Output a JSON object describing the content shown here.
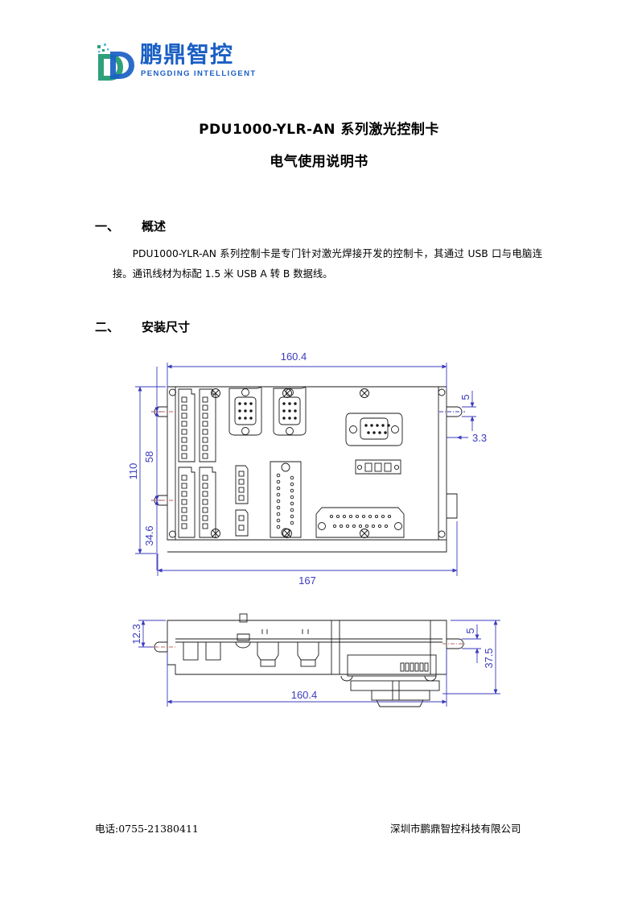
{
  "logo": {
    "mark_name": "pengding-d-logo",
    "cn_text": "鹏鼎智控",
    "en_text": "PENGDING INTELLIGENT",
    "brand_blue": "#1a5fc4",
    "brand_teal": "#2fa07a"
  },
  "title": {
    "main": "PDU1000-YLR-AN 系列激光控制卡",
    "sub": "电气使用说明书"
  },
  "sections": [
    {
      "number": "一、",
      "heading": "概述",
      "body": "PDU1000-YLR-AN 系列控制卡是专门针对激光焊接开发的控制卡，其通过 USB 口与电脑连接。通讯线材为标配 1.5 米 USB A 转 B 数据线。"
    },
    {
      "number": "二、",
      "heading": "安装尺寸",
      "body": ""
    }
  ],
  "drawing": {
    "name": "installation-dimension-drawing",
    "dimension_color": "#3b3bbf",
    "outline_color": "#1a1a1a",
    "top_view": {
      "label": "top-view",
      "dimensions": {
        "width_inner": "160.4",
        "width_outer": "167",
        "height_overall": "110",
        "hole_spacing": "58",
        "hole_offset_bottom": "34.6",
        "tab_height": "5",
        "tab_offset": "3.3"
      }
    },
    "side_view": {
      "label": "side-view",
      "dimensions": {
        "tab_height_left": "12.3",
        "width": "160.4",
        "tab_height_right": "5",
        "total_height": "37.5"
      }
    }
  },
  "footer": {
    "phone": "电话:0755-21380411",
    "company": "深圳市鹏鼎智控科技有限公司"
  }
}
